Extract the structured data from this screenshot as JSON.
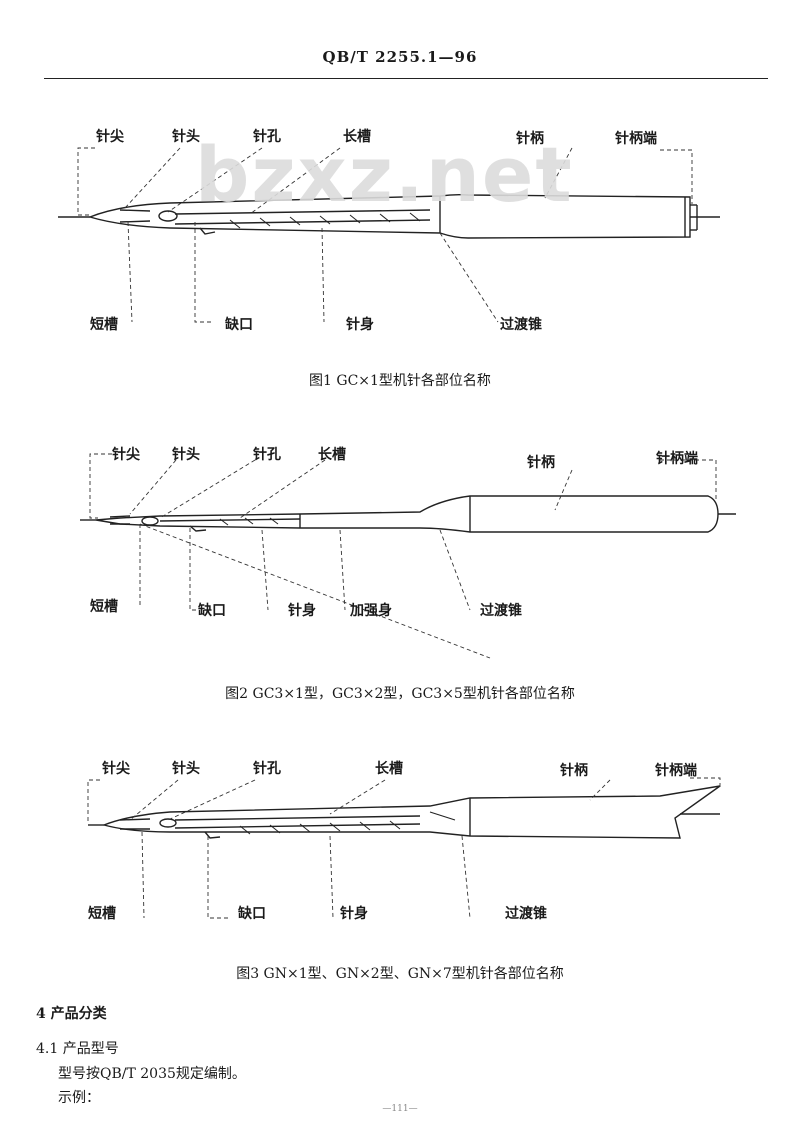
{
  "header": {
    "title": "QB/T 2255.1—96"
  },
  "watermark": "bzxz.net",
  "figure1": {
    "labels": {
      "tip": "针尖",
      "head": "针头",
      "eye": "针孔",
      "long_groove": "长槽",
      "shank": "针柄",
      "shank_end": "针柄端",
      "short_groove": "短槽",
      "notch": "缺口",
      "blade": "针身",
      "taper": "过渡锥"
    },
    "caption": "图1   GC×1型机针各部位名称"
  },
  "figure2": {
    "labels": {
      "tip": "针尖",
      "head": "针头",
      "eye": "针孔",
      "long_groove": "长槽",
      "shank": "针柄",
      "shank_end": "针柄端",
      "short_groove": "短槽",
      "notch": "缺口",
      "blade": "针身",
      "reinforced": "加强身",
      "taper": "过渡锥"
    },
    "caption": "图2   GC3×1型，GC3×2型，GC3×5型机针各部位名称"
  },
  "figure3": {
    "labels": {
      "tip": "针尖",
      "head": "针头",
      "eye": "针孔",
      "long_groove": "长槽",
      "shank": "针柄",
      "shank_end": "针柄端",
      "short_groove": "短槽",
      "notch": "缺口",
      "blade": "针身",
      "taper": "过渡锥"
    },
    "caption": "图3   GN×1型、GN×2型、GN×7型机针各部位名称"
  },
  "section": {
    "heading": "4   产品分类",
    "sub_heading": "4.1   产品型号",
    "line1": "型号按QB/T 2035规定编制。",
    "line2": "示例："
  },
  "footer": "—111—"
}
